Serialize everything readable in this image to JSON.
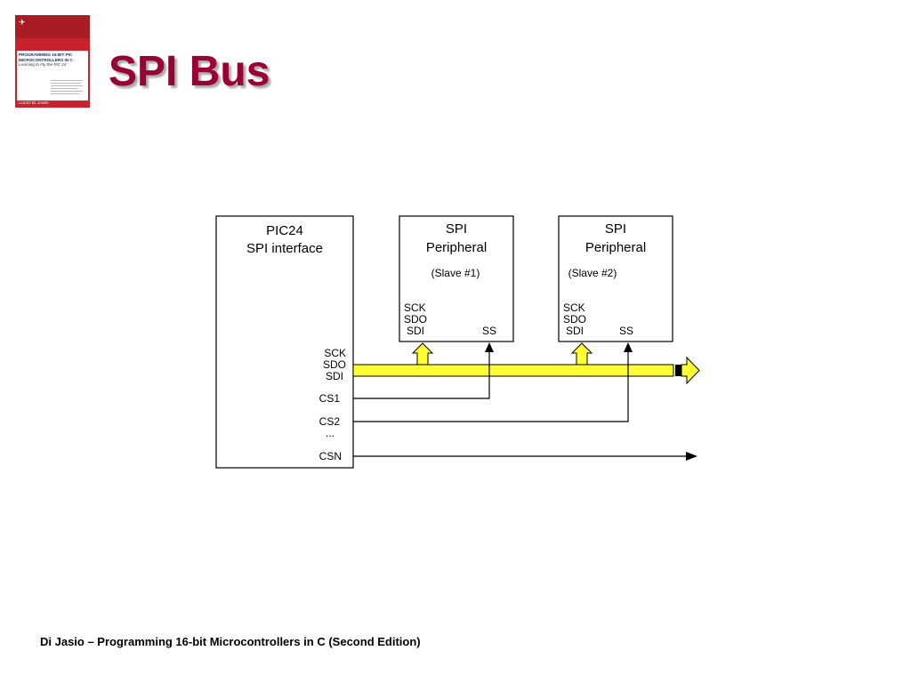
{
  "slide": {
    "title": "SPI Bus",
    "footer": "Di Jasio – Programming 16-bit Microcontrollers in C (Second Edition)"
  },
  "book_cover": {
    "title_line1": "PROGRAMMING 16-BIT PIC",
    "title_line2": "MICROCONTROLLERS IN C",
    "subtitle": "Learning to Fly the PIC 24",
    "author": "LUCIO Di JASIO"
  },
  "diagram": {
    "master": {
      "title_line1": "PIC24",
      "title_line2": "SPI interface",
      "pins": {
        "sck": "SCK",
        "sdo": "SDO",
        "sdi": "SDI",
        "cs1": "CS1",
        "cs2": "CS2",
        "ellipsis": "...",
        "csn": "CSN"
      }
    },
    "slave1": {
      "title_line1": "SPI",
      "title_line2": "Peripheral",
      "subtitle": "(Slave #1)",
      "pins": {
        "sck": "SCK",
        "sdo": "SDO",
        "sdi": "SDI",
        "ss": "SS"
      }
    },
    "slave2": {
      "title_line1": "SPI",
      "title_line2": "Peripheral",
      "subtitle": "(Slave #2)",
      "pins": {
        "sck": "SCK",
        "sdo": "SDO",
        "sdi": "SDI",
        "ss": "SS"
      }
    },
    "colors": {
      "bus": "#ffff33",
      "line": "#000000"
    }
  }
}
